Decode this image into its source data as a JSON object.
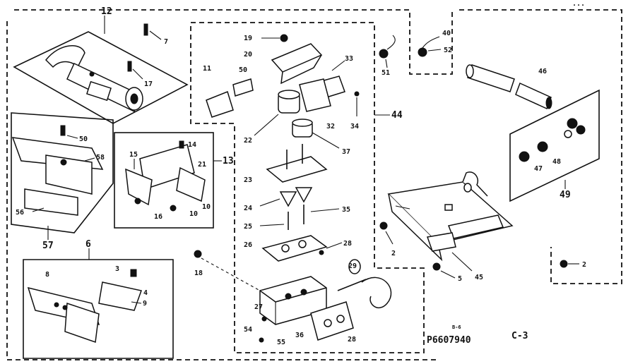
{
  "header": {
    "corner_text": "..."
  },
  "groups": {
    "group_12": "12",
    "group_44": "44",
    "group_57": "57",
    "group_13": "13",
    "group_6": "6",
    "group_49": "49"
  },
  "labels": {
    "p7": "7",
    "p17": "17",
    "p50a": "50",
    "p58": "58",
    "p56": "56",
    "p15": "15",
    "p14": "14",
    "p21": "21",
    "p10a": "10",
    "p10b": "10",
    "p16": "16",
    "p3": "3",
    "p4": "4",
    "p8": "8",
    "p9": "9",
    "p19": "19",
    "p20": "20",
    "p11": "11",
    "p50b": "50",
    "p33": "33",
    "p22": "22",
    "p32": "32",
    "p34": "34",
    "p37": "37",
    "p23": "23",
    "p24": "24",
    "p35": "35",
    "p25": "25",
    "p26": "26",
    "p28a": "28",
    "p18": "18",
    "p27": "27",
    "p29": "29",
    "p54": "54",
    "p55": "55",
    "p36": "36",
    "p28b": "28",
    "p51": "51",
    "p40": "40",
    "p52": "52",
    "p46": "46",
    "p47": "47",
    "p48": "48",
    "p2a": "2",
    "p45": "45",
    "p5": "5",
    "p2b": "2"
  },
  "footer": {
    "small_text": "B-6",
    "part_number": "P6607940",
    "page_code": "C-3"
  }
}
